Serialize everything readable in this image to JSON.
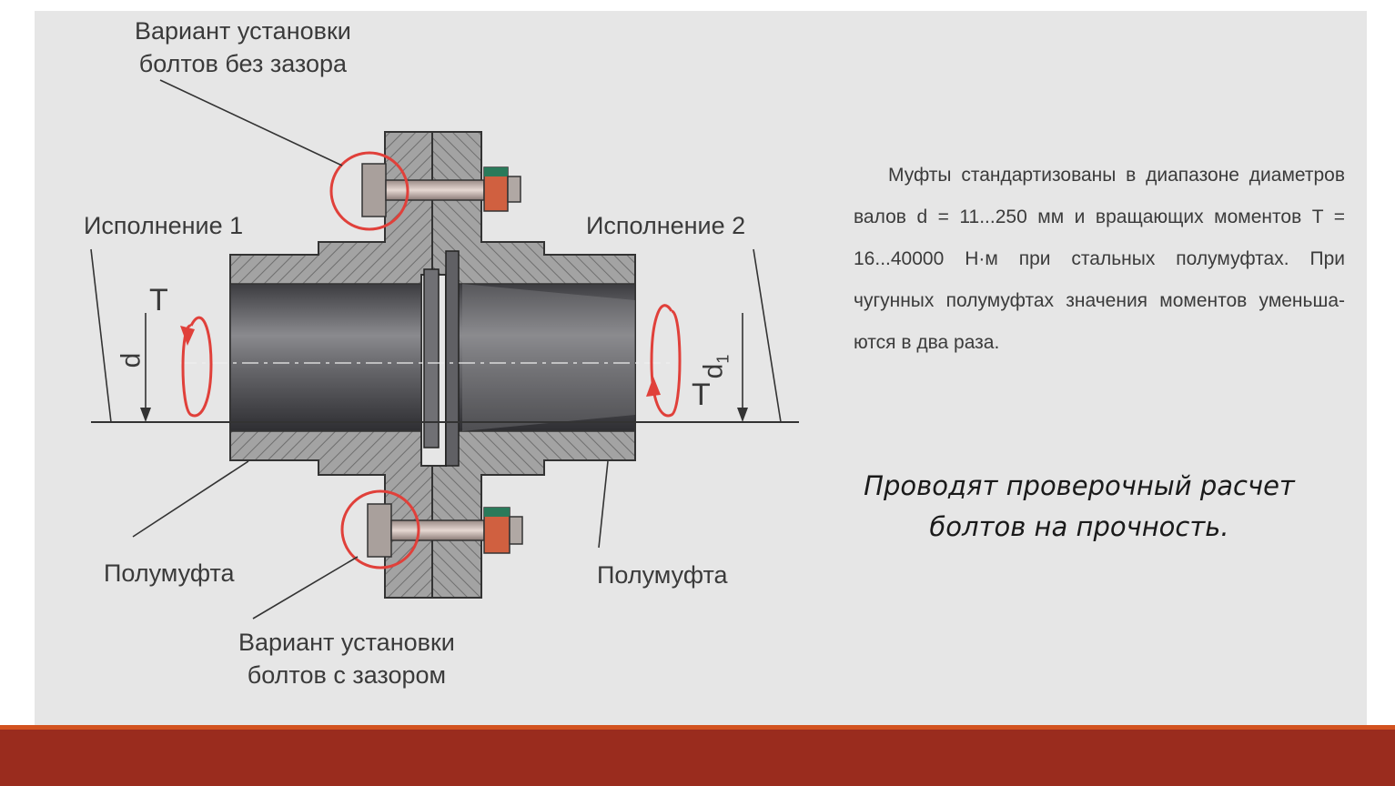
{
  "diagram": {
    "label_bolt_no_gap": "Вариант установки\nболтов без зазора",
    "label_bolt_with_gap": "Вариант установки\nболтов с зазором",
    "label_version1": "Исполнение 1",
    "label_version2": "Исполнение 2",
    "label_half_left": "Полумуфта",
    "label_half_right": "Полумуфта",
    "symbol_torque_left": "T",
    "symbol_torque_right": "T",
    "symbol_diameter": "d",
    "symbol_diameter1": "d",
    "symbol_diameter1_sub": "1"
  },
  "text": {
    "description": "Муфты стандартизованы в диапазоне диаметров валов d = 11...250 мм и вращающих моментов T = 16...40000 Н·м при стальных полумуфтах. При чугунных полумуфтах значения моментов уменьша-ются в два раза.",
    "check_note": "Проводят проверочный расчет болтов на прочность."
  },
  "colors": {
    "accent_circle": "#e0403a",
    "footer_bar": "#9a2c1e",
    "footer_stripe": "#d2521f",
    "metal_dark": "#5a5a5e",
    "hatch_fill": "#9a9a9a"
  }
}
